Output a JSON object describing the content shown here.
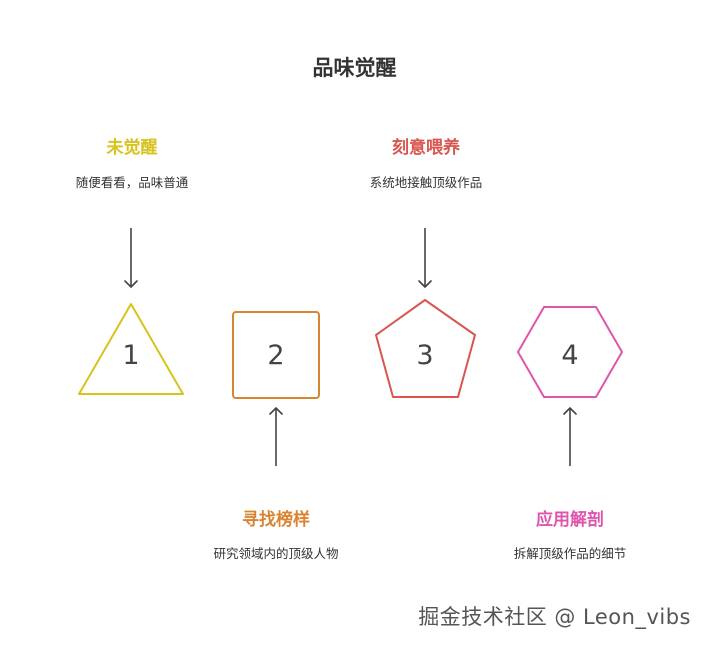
{
  "title": "品味觉醒",
  "stages": [
    {
      "number": "1",
      "label": "未觉醒",
      "description": "随便看看，品味普通",
      "color": "#d8c21c"
    },
    {
      "number": "2",
      "label": "寻找榜样",
      "description": "研究领域内的顶级人物",
      "color": "#d98430"
    },
    {
      "number": "3",
      "label": "刻意喂养",
      "description": "系统地接触顶级作品",
      "color": "#d85550"
    },
    {
      "number": "4",
      "label": "应用解剖",
      "description": "拆解顶级作品的细节",
      "color": "#dd55ad"
    }
  ],
  "arrow_color": "#444444",
  "number_color": "#444444",
  "watermark": "掘金技术社区 @ Leon_vibs"
}
